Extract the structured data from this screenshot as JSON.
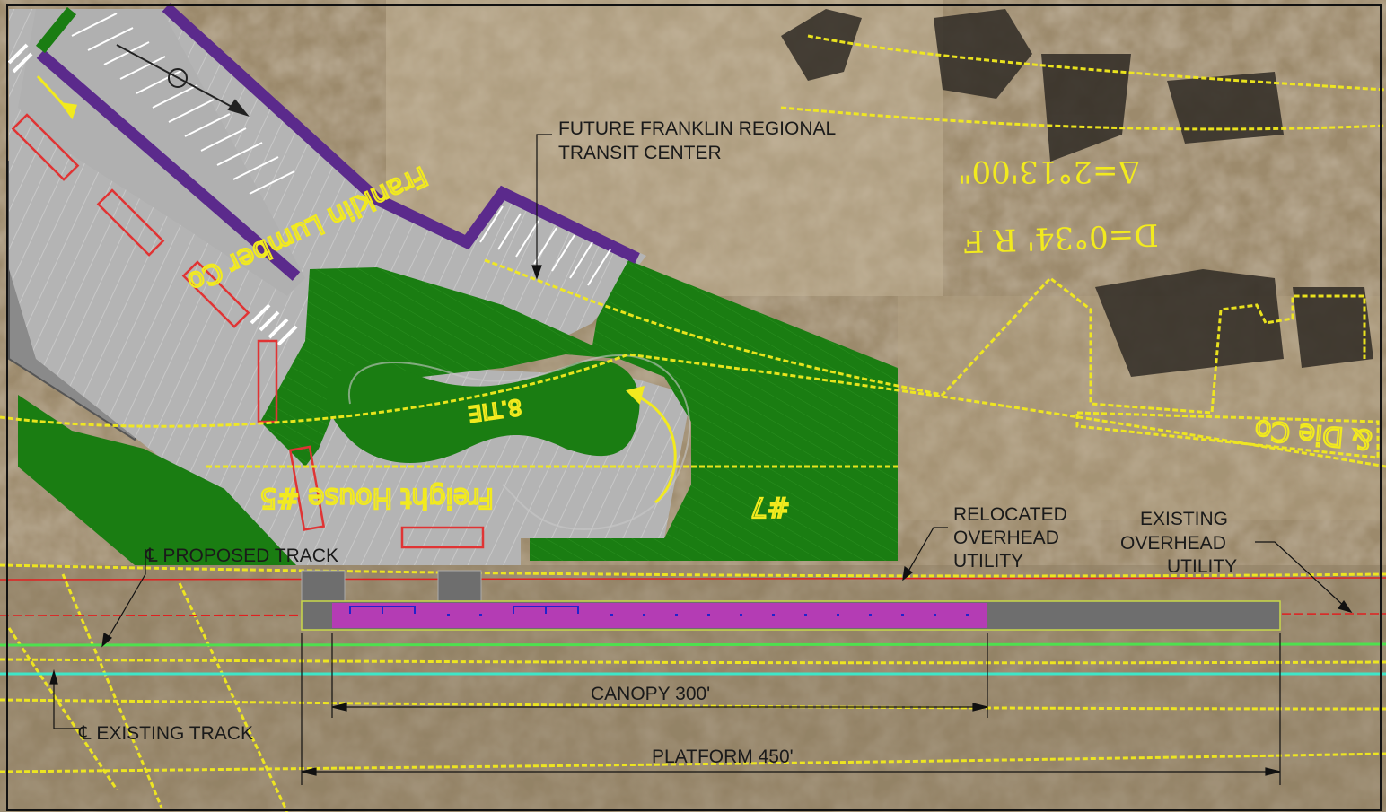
{
  "map": {
    "labels": {
      "transit_center_line1": "FUTURE FRANKLIN REGIONAL",
      "transit_center_line2": "TRANSIT CENTER",
      "relocated_line1": "RELOCATED",
      "relocated_line2": "OVERHEAD",
      "relocated_line3": "UTILITY",
      "existing_utility_line1": "EXISTING",
      "existing_utility_line2": "OVERHEAD",
      "existing_utility_line3": "UTILITY",
      "proposed_track": "℄ PROPOSED TRACK",
      "existing_track": "℄ EXISTING TRACK",
      "canopy": "CANOPY 300'",
      "platform": "PLATFORM 450'"
    },
    "survey_text": {
      "street_name": "Franklin Lumber Co",
      "curve_delta": "Δ=2°13'00\"",
      "curve_degree": "D=0°34' R F",
      "freight_house": "Freight House #5",
      "die_co": "& Die Co",
      "parcel_num": "#7",
      "tie": "8.TIE"
    },
    "colors": {
      "grass": "#1a7d12",
      "pavement": "#b4b4b4",
      "purple_wall": "#5b2a8c",
      "survey_yellow": "#f2ea1e",
      "canopy_magenta": "#b43cb4",
      "platform_gray": "#6e6e6e",
      "proposed_track_green": "#4ee04e",
      "existing_track_cyan": "#3ee6c8",
      "utility_red": "#e02020",
      "bus_red": "#e03434",
      "building_gray": "#8a8a8a"
    },
    "icons": [
      "north-arrow-icon"
    ]
  }
}
